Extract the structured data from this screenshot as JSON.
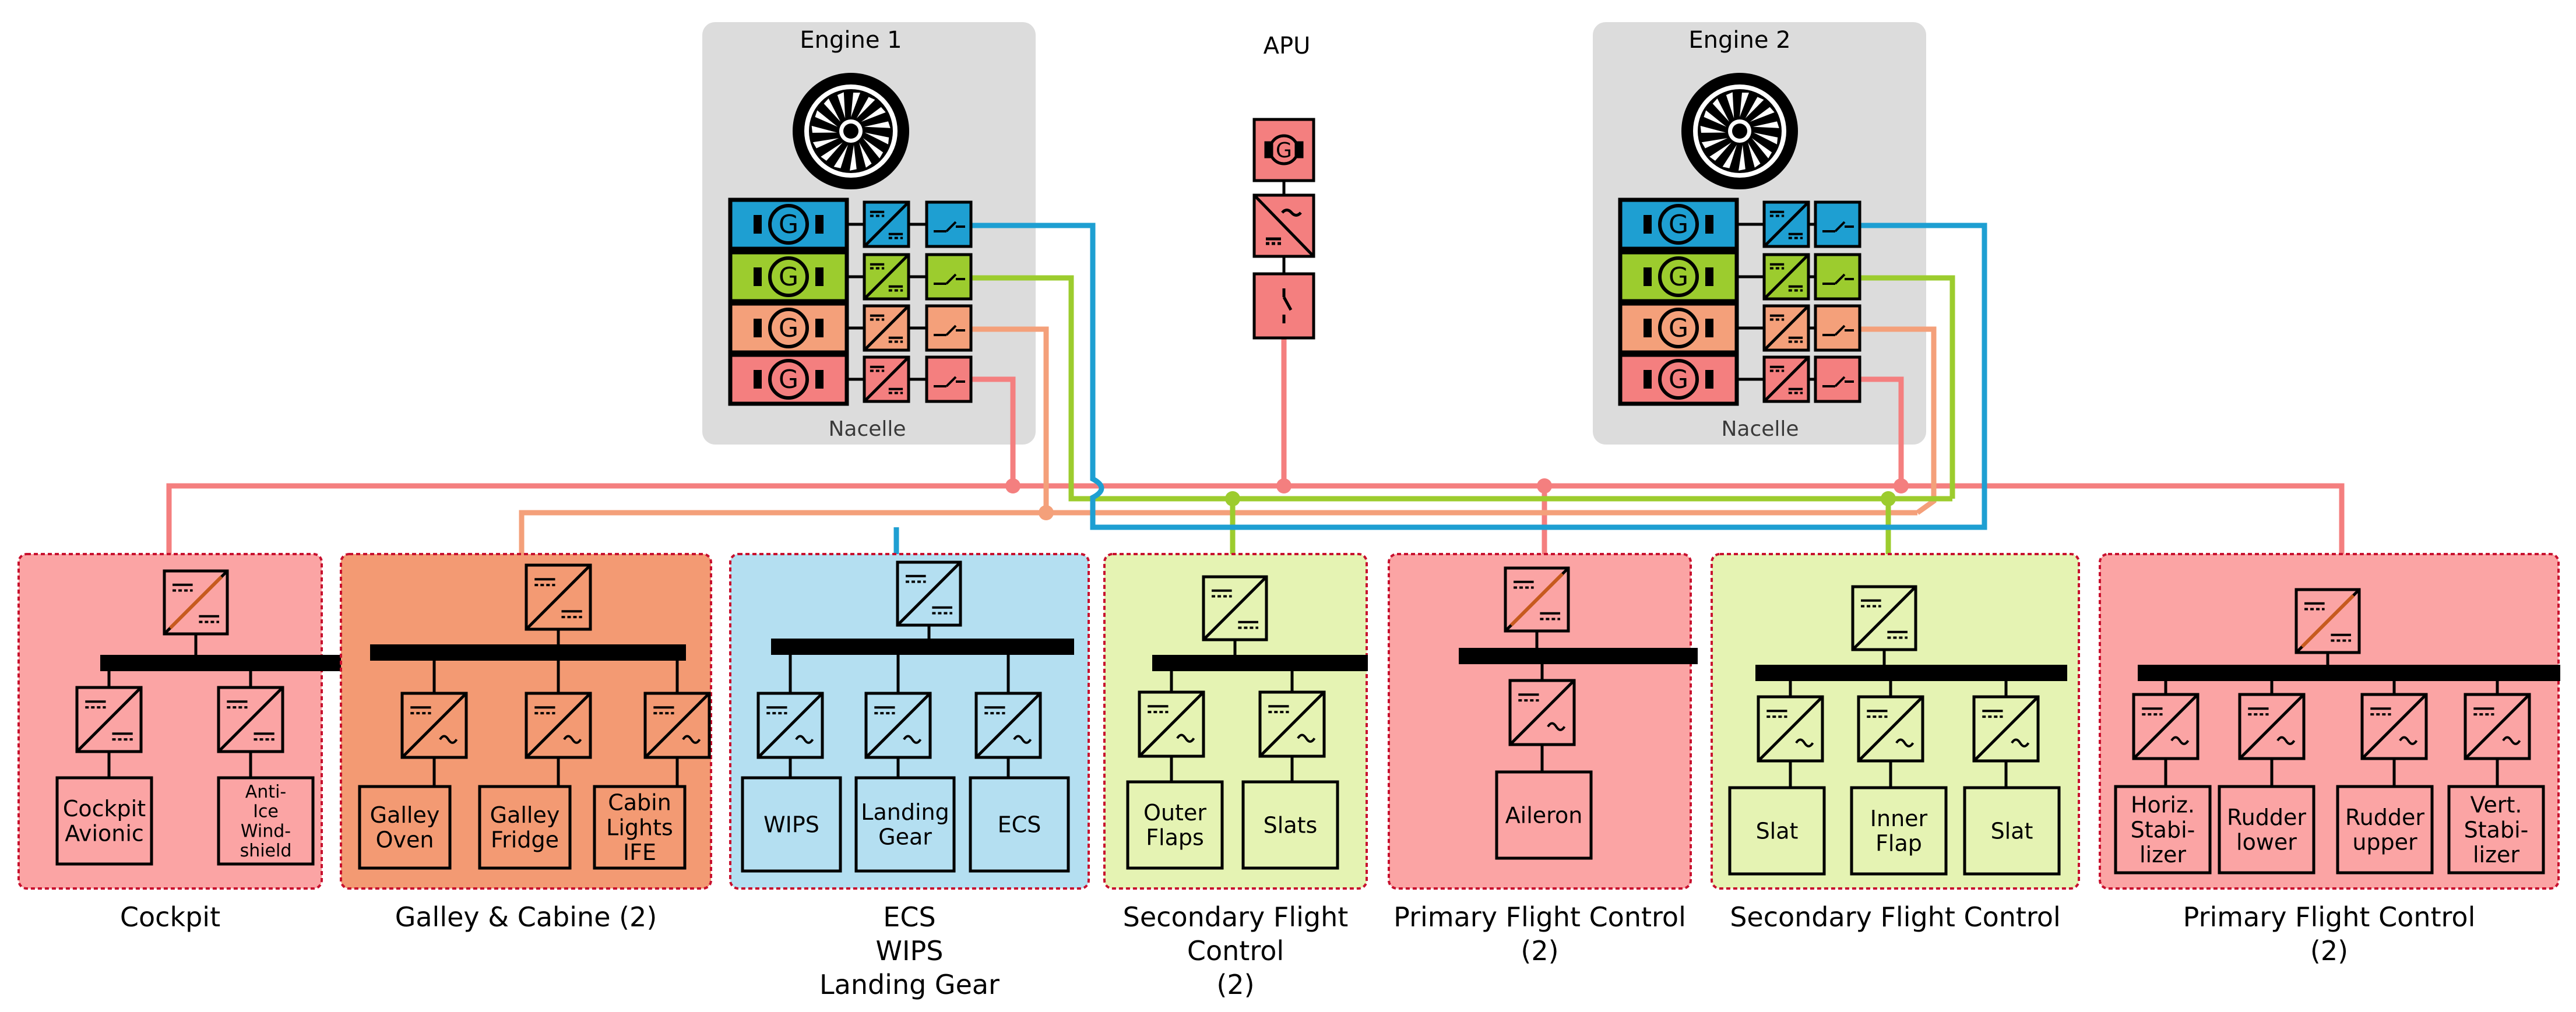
{
  "engines": [
    {
      "title": "Engine 1",
      "nacelle": "Nacelle"
    },
    {
      "title": "Engine 2",
      "nacelle": "Nacelle"
    }
  ],
  "apu": {
    "title": "APU",
    "gen_letter": "G"
  },
  "colors": {
    "blue": "#1e9fd2",
    "green": "#9ccc2e",
    "orange": "#f4a07a",
    "red": "#f47f7f",
    "nacelle_bg": "#dcdcdc",
    "panel_red": "#fba4a4",
    "panel_orange": "#f39a73",
    "panel_blue": "#b4dff1",
    "panel_yellow": "#e5f3b3"
  },
  "gen_letter": "G",
  "panels": [
    {
      "id": "cockpit",
      "color": "red",
      "caption": [
        "Cockpit"
      ],
      "loads": [
        "Cockpit|Avionic",
        "Anti-|Ice|Wind-|shield"
      ]
    },
    {
      "id": "galley",
      "color": "orange",
      "caption": [
        "Galley & Cabine (2)"
      ],
      "loads": [
        "Galley|Oven",
        "Galley|Fridge",
        "Cabin|Lights|IFE"
      ]
    },
    {
      "id": "ecs",
      "color": "blue",
      "caption": [
        "ECS",
        "WIPS",
        "Landing Gear"
      ],
      "loads": [
        "WIPS",
        "Landing|Gear",
        "ECS"
      ]
    },
    {
      "id": "secfc2",
      "color": "yellow",
      "caption": [
        "Secondary Flight",
        "Control",
        "(2)"
      ],
      "loads": [
        "Outer|Flaps",
        "Slats"
      ]
    },
    {
      "id": "primfc2a",
      "color": "red",
      "caption": [
        "Primary Flight Control",
        "(2)"
      ],
      "loads": [
        "Aileron"
      ]
    },
    {
      "id": "secfc",
      "color": "yellow",
      "caption": [
        "Secondary Flight Control"
      ],
      "loads": [
        "Slat",
        "Inner|Flap",
        "Slat"
      ]
    },
    {
      "id": "primfc2b",
      "color": "red",
      "caption": [
        "Primary Flight Control",
        "(2)"
      ],
      "loads": [
        "Horiz.|Stabi-|lizer",
        "Rudder|lower",
        "Rudder|upper",
        "Vert.|Stabi-|lizer"
      ]
    }
  ]
}
